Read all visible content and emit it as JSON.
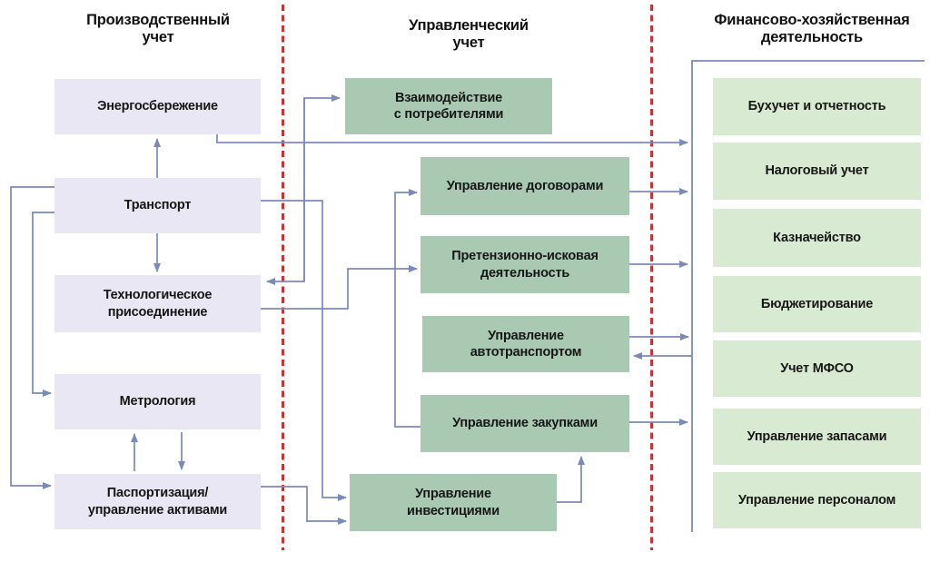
{
  "columns": {
    "production": {
      "title": "Производственный\nучет",
      "boxes": [
        {
          "label": "Энергосбережение"
        },
        {
          "label": "Транспорт"
        },
        {
          "label": "Технологическое\nприсоединение"
        },
        {
          "label": "Метрология"
        },
        {
          "label": "Паспортизация/\nуправление активами"
        }
      ]
    },
    "management": {
      "title": "Управленческий\nучет",
      "boxes": [
        {
          "label": "Взаимодействие\nс потребителями"
        },
        {
          "label": "Управление договорами"
        },
        {
          "label": "Претензионно-исковая\nдеятельность"
        },
        {
          "label": "Управление\nавтотранспортом"
        },
        {
          "label": "Управление закупками"
        },
        {
          "label": "Управление\nинвестициями"
        }
      ]
    },
    "financial": {
      "title": "Финансово-хозяйственная\nдеятельность",
      "boxes": [
        {
          "label": "Бухучет и отчетность"
        },
        {
          "label": "Налоговый учет"
        },
        {
          "label": "Казначейство"
        },
        {
          "label": "Бюджетирование"
        },
        {
          "label": "Учет МФСО"
        },
        {
          "label": "Управление запасами"
        },
        {
          "label": "Управление персоналом"
        }
      ]
    }
  },
  "colors": {
    "production_box": "#e9e7f3",
    "management_box": "#a9c9b3",
    "financial_box": "#d9ead2",
    "connector": "#7b8ab6",
    "divider_dashed": "#c53538",
    "text": "#161616"
  },
  "connections": [
    {
      "from": "Транспорт",
      "to": "Энергосбережение",
      "two_way": false
    },
    {
      "from": "Транспорт",
      "to": "Технологическое присоединение",
      "two_way": false
    },
    {
      "from": "Транспорт",
      "to": "Метрология",
      "two_way": false
    },
    {
      "from": "Транспорт",
      "to": "Паспортизация/управление активами",
      "two_way": false
    },
    {
      "from": "Метрология",
      "to": "Паспортизация/управление активами",
      "two_way": false
    },
    {
      "from": "Паспортизация/управление активами",
      "to": "Метрология",
      "two_way": false
    },
    {
      "from": "Энергосбережение",
      "to": "Финансово-хозяйственная деятельность",
      "two_way": false
    },
    {
      "from": "Технологическое присоединение",
      "to": "Взаимодействие с потребителями",
      "two_way": true
    },
    {
      "from": "Транспорт",
      "to": "Управление инвестициями",
      "two_way": false
    },
    {
      "from": "Технологическое присоединение",
      "to": "Претензионно-исковая деятельность",
      "two_way": false
    },
    {
      "from": "Паспортизация/управление активами",
      "to": "Управление инвестициями",
      "two_way": false
    },
    {
      "from": "Управление закупками",
      "to": "Управление договорами",
      "two_way": false
    },
    {
      "from": "Управление инвестициями",
      "to": "Управление закупками",
      "two_way": false
    },
    {
      "from": "Управление договорами",
      "to": "Финансово-хозяйственная деятельность",
      "two_way": false
    },
    {
      "from": "Претензионно-исковая деятельность",
      "to": "Финансово-хозяйственная деятельность",
      "two_way": false
    },
    {
      "from": "Управление автотранспортом",
      "to": "Финансово-хозяйственная деятельность",
      "two_way": false
    },
    {
      "from": "Финансово-хозяйственная деятельность",
      "to": "Управление автотранспортом",
      "two_way": false
    },
    {
      "from": "Управление закупками",
      "to": "Финансово-хозяйственная деятельность",
      "two_way": false
    }
  ]
}
